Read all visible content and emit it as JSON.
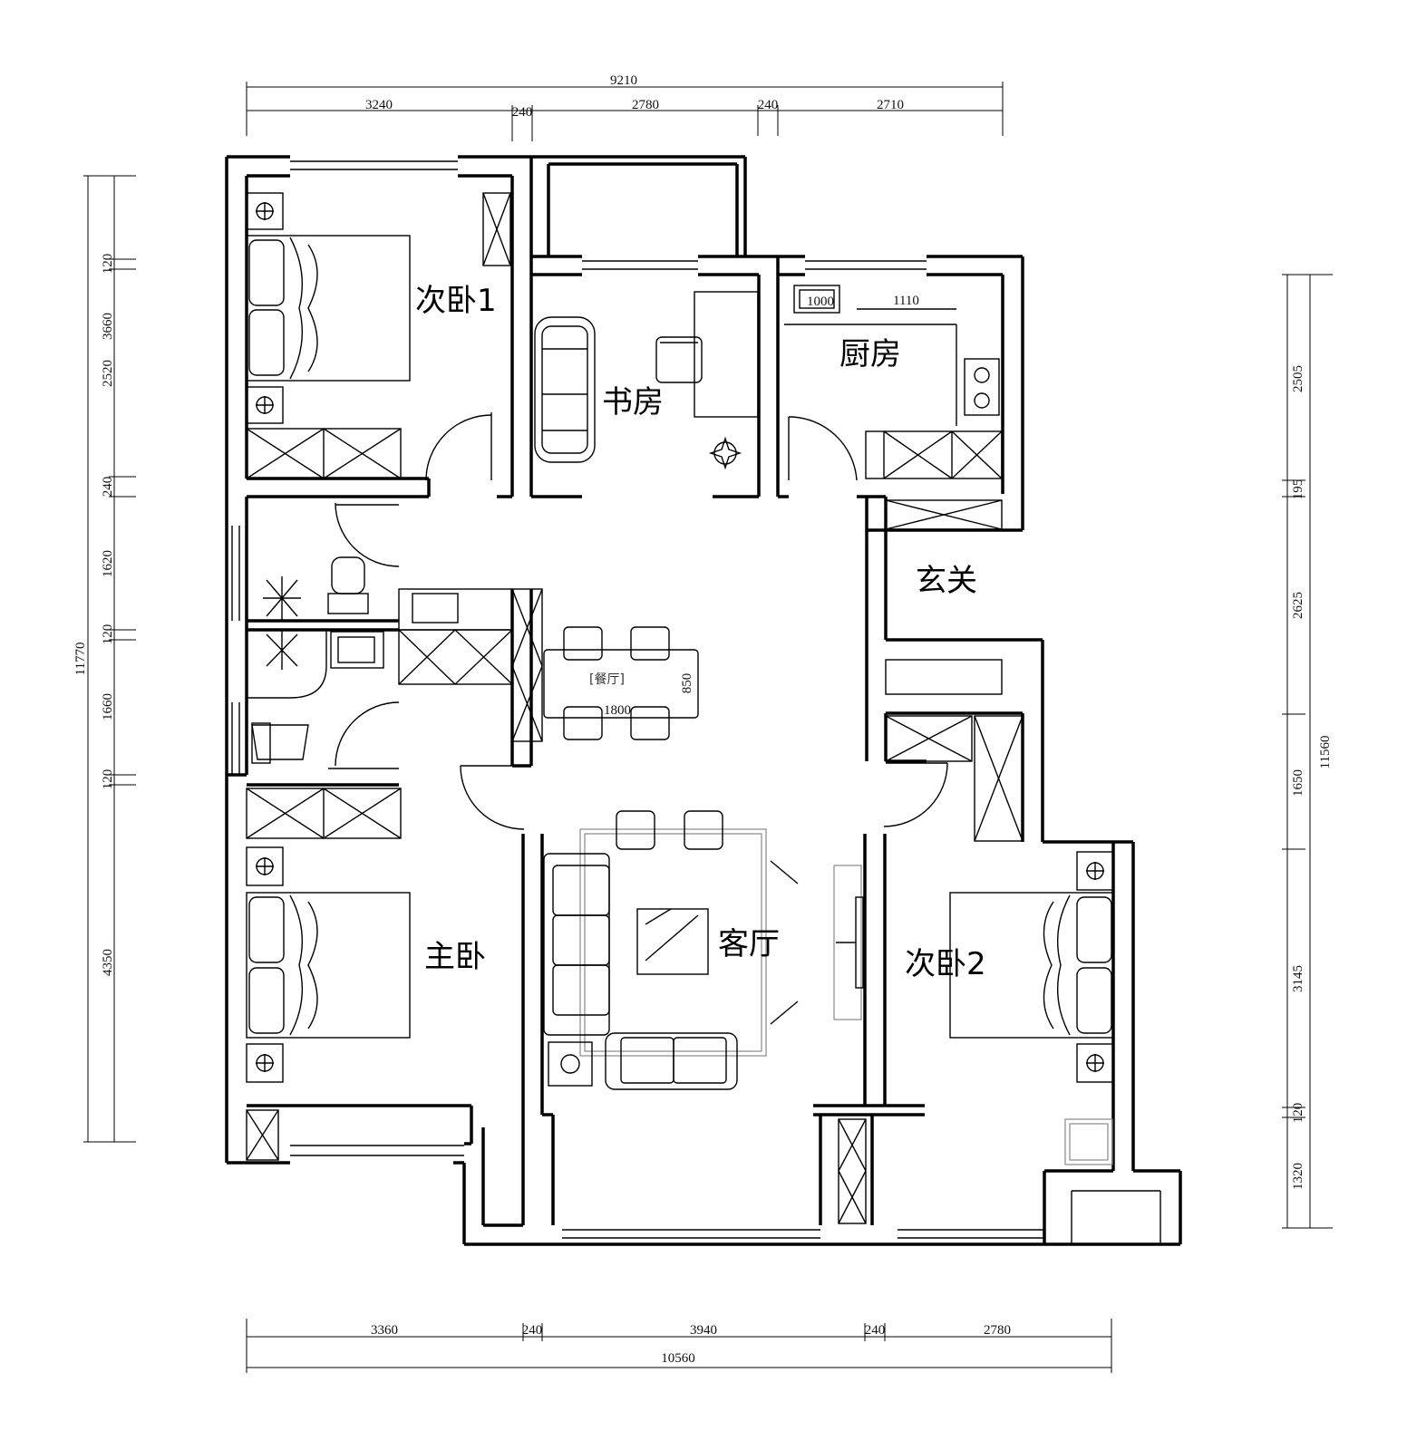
{
  "plan": {
    "rooms": {
      "bedroom2_1": "次卧1",
      "study": "书房",
      "kitchen": "厨房",
      "entrance": "玄关",
      "dining": "[餐厅]",
      "living": "客厅",
      "master": "主卧",
      "bedroom2_2": "次卧2"
    },
    "furniture_dims": {
      "sink_width": "1000",
      "counter_length": "1110",
      "table_length": "1800",
      "table_width": "850"
    },
    "dims_top": {
      "total": "9210",
      "segments": [
        "3240",
        "240",
        "2780",
        "240",
        "2710"
      ]
    },
    "dims_bottom": {
      "total": "10560",
      "segments": [
        "3360",
        "240",
        "3940",
        "240",
        "2780"
      ]
    },
    "dims_left": {
      "total": "11770",
      "segments": [
        "120",
        "3660",
        "2520",
        "240",
        "1620",
        "120",
        "1660",
        "120",
        "4350"
      ]
    },
    "dims_right": {
      "total": "11560",
      "segments": [
        "2505",
        "195",
        "2625",
        "1650",
        "3145",
        "120",
        "1320"
      ]
    }
  }
}
